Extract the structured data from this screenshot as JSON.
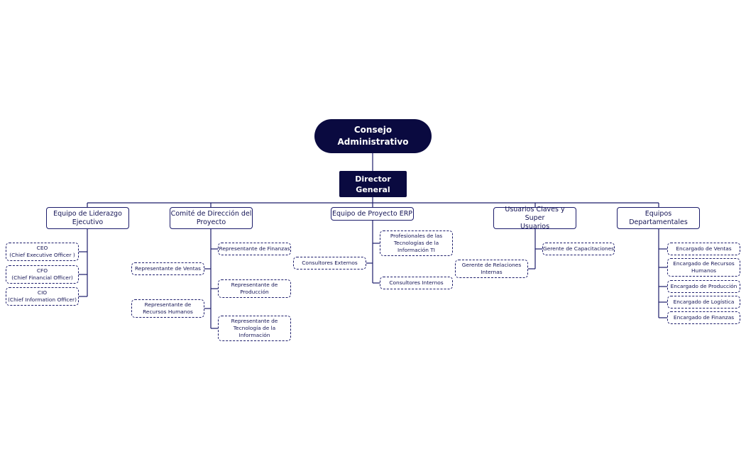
{
  "root": {
    "label": "Consejo\nAdministrativo"
  },
  "director": {
    "label": "Director\nGeneral"
  },
  "branches": [
    {
      "label": "Equipo de Liderazgo\nEjecutivo",
      "children": [
        "CEO\n(Chief Executive Officer )",
        "CFO\n(Chief Financial Officer)",
        "CIO\n(Chief Information Officer)"
      ]
    },
    {
      "label": "Comité de Dirección del\nProyecto",
      "children": [
        "Representante de Finanzas",
        "Representante de Ventas",
        "Representante de\nProducción",
        "Representante de\nRecursos Humanos",
        "Representante de\nTecnología de la\nInformación"
      ]
    },
    {
      "label": "Equipo de Proyecto ERP",
      "children": [
        "Profesionales de las\nTecnologías de la\nInformación TI",
        "Consultores Externos",
        "Consultores Internos"
      ]
    },
    {
      "label": "Usuarios Claves y Super\nUsuarios",
      "children": [
        "Gerente de Capacitaciones",
        "Gerente de Relaciones\nInternas"
      ]
    },
    {
      "label": "Equipos\nDepartamentales",
      "children": [
        "Encargado de Ventas",
        "Encargado de Recursos\nHumanos",
        "Encargado de Producción",
        "Encargado de Logística",
        "Encargado de Finanzas"
      ]
    }
  ]
}
